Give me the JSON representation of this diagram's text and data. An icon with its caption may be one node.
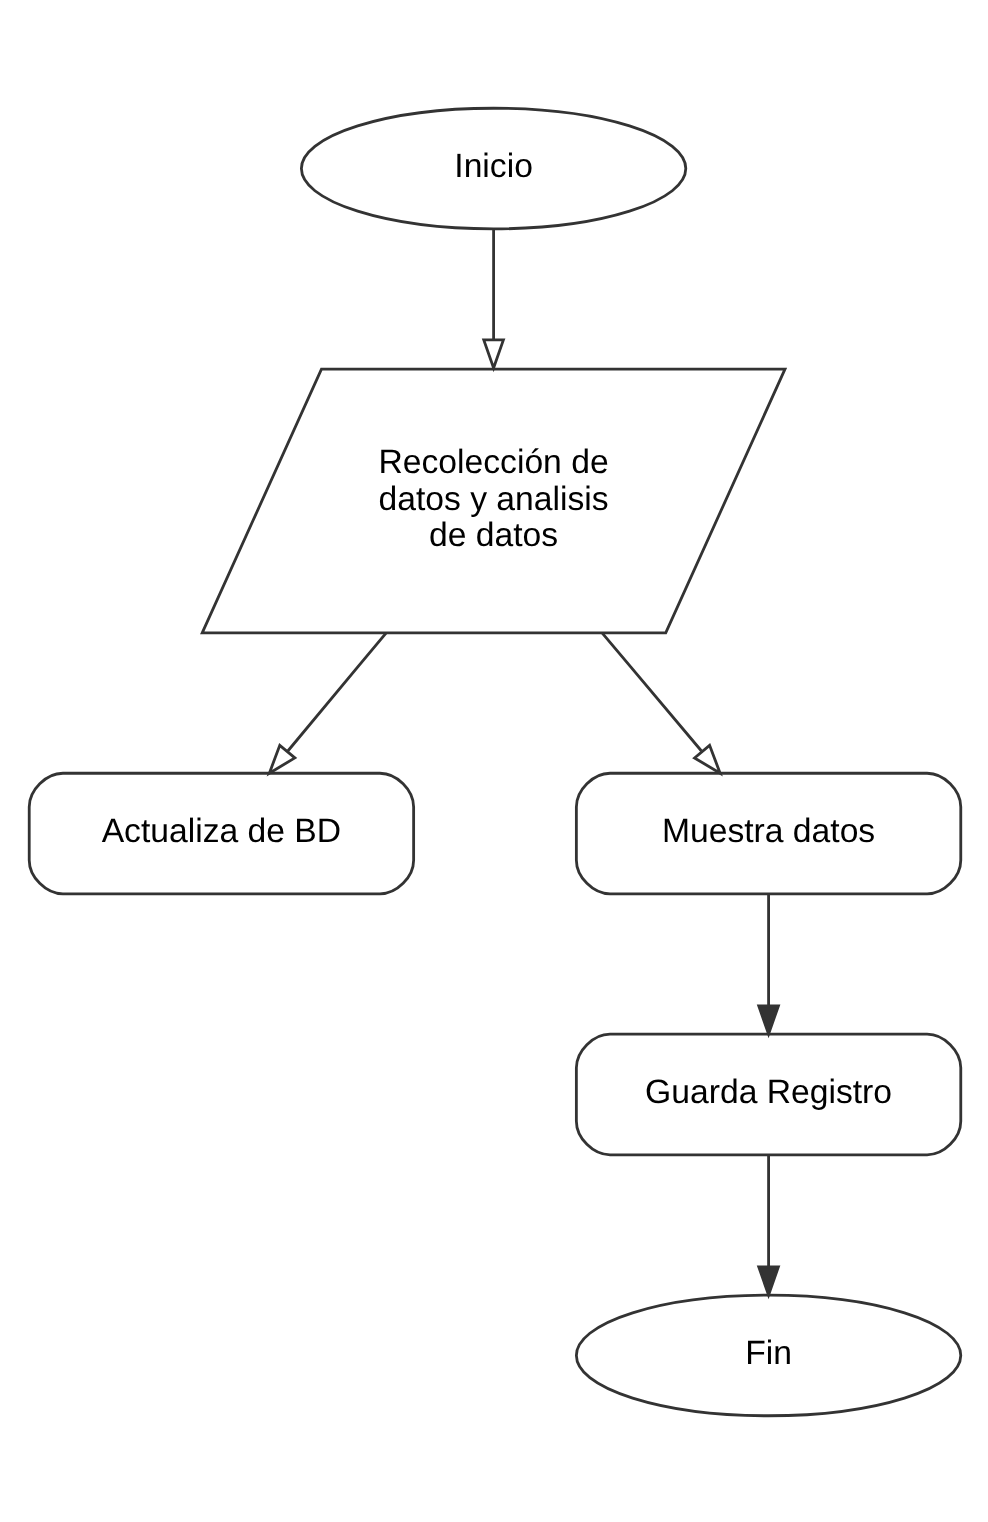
{
  "diagram": {
    "nodes": [
      {
        "text": [
          "Inicio"
        ]
      },
      {
        "text": [
          "Recolección de datos y analisis de datos"
        ]
      },
      {
        "text": [
          "Actualiza de BD"
        ]
      },
      {
        "text": [
          "Muestra datos"
        ]
      },
      {
        "text": [
          "Guarda Registro"
        ]
      },
      {
        "text": [
          "Fin"
        ]
      }
    ],
    "edges": [
      {
        "from": 0,
        "to": 1,
        "arrow": "to"
      },
      {
        "from": 1,
        "to": 2,
        "arrow": "to"
      },
      {
        "from": 1,
        "to": 3,
        "arrow": "to"
      },
      {
        "from": 3,
        "to": 4,
        "arrow": "to"
      },
      {
        "from": 4,
        "to": 5,
        "arrow": "to"
      }
    ]
  }
}
